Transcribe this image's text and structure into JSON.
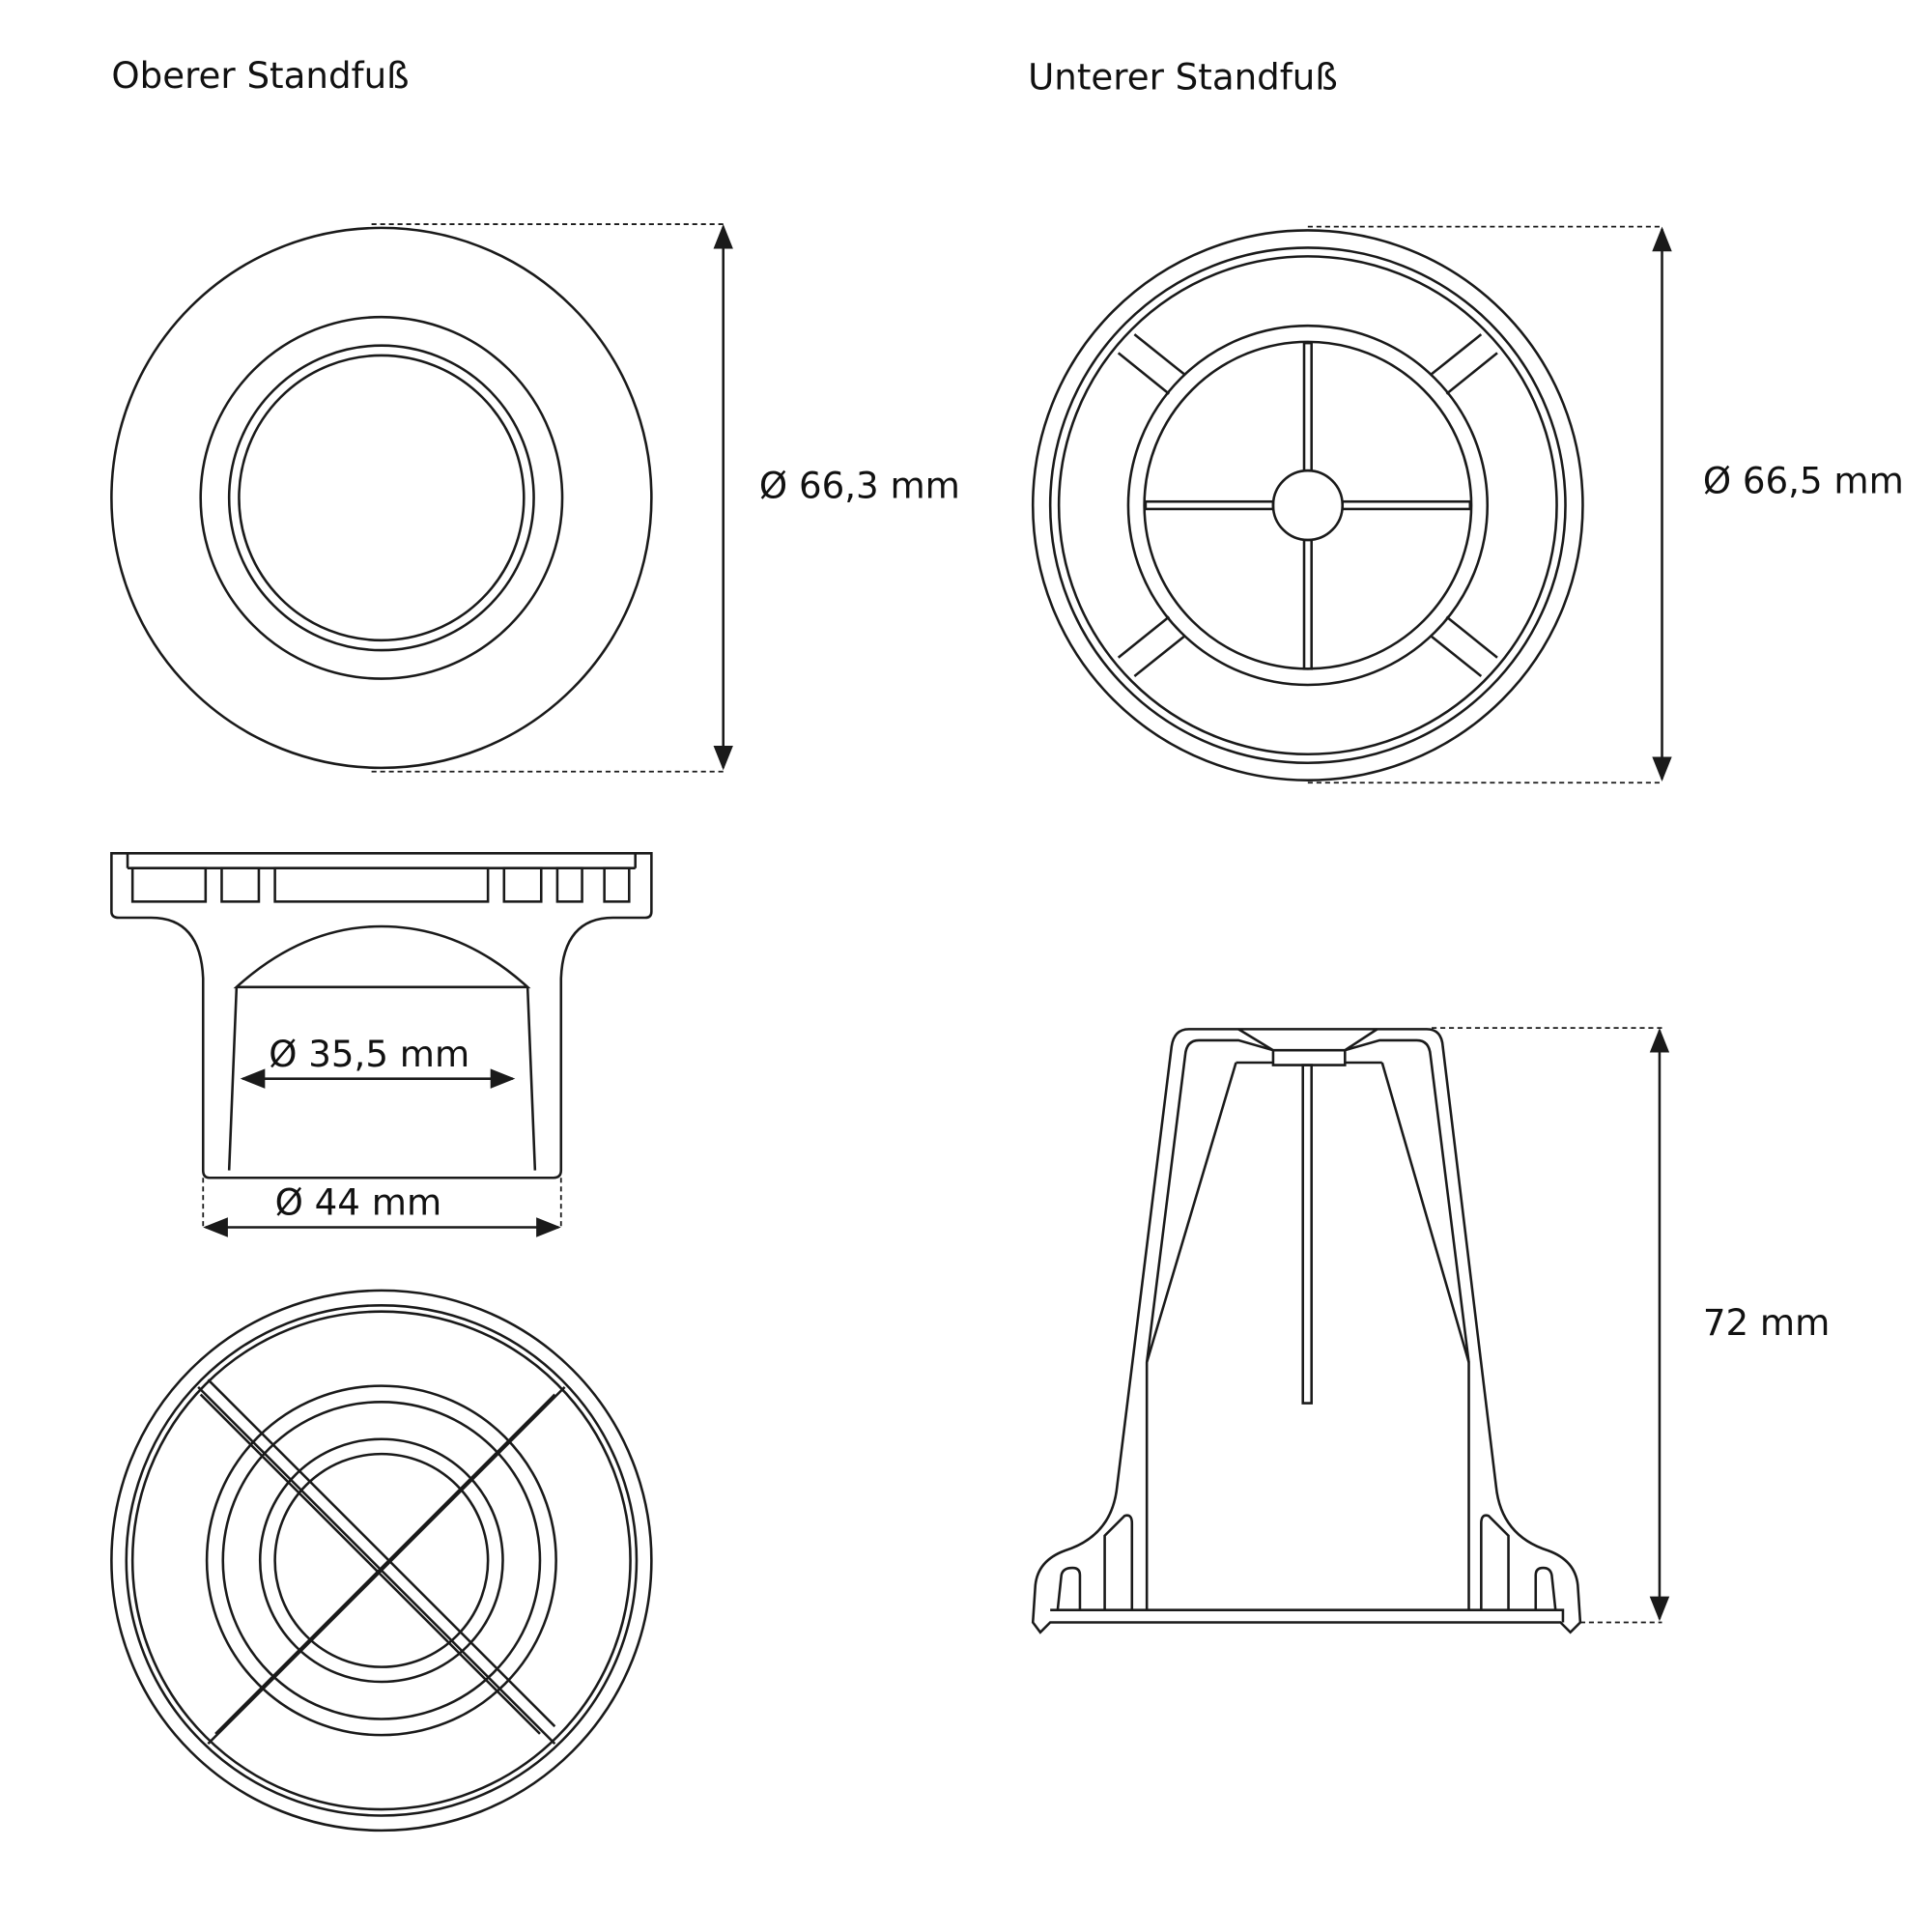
{
  "titles": {
    "upper": "Oberer Standfuß",
    "lower": "Unterer Standfuß"
  },
  "dimensions": {
    "upper_diameter": "Ø 66,3 mm",
    "lower_diameter": "Ø 66,5 mm",
    "inner_diameter": "Ø 35,5 mm",
    "stem_diameter": "Ø  44 mm",
    "height": "72 mm"
  },
  "colors": {
    "line": "#1a1a1a",
    "background": "#ffffff"
  }
}
